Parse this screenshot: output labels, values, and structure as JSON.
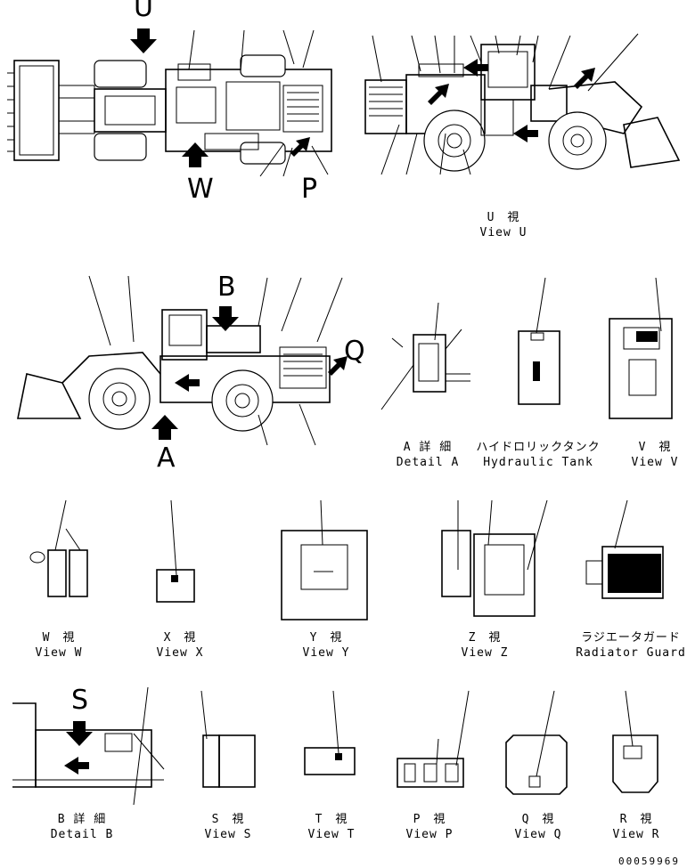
{
  "callouts": {
    "U": "U",
    "W": "W",
    "P": "P",
    "B": "B",
    "Q": "Q",
    "A": "A",
    "S": "S"
  },
  "captions": {
    "view_u": {
      "jp": "U　視",
      "en": "View U"
    },
    "detail_a": {
      "jp": "A 詳 細",
      "en": "Detail A"
    },
    "hydraulic_tank": {
      "jp": "ハイドロリックタンク",
      "en": "Hydraulic Tank"
    },
    "view_v": {
      "jp": "V　視",
      "en": "View V"
    },
    "view_w": {
      "jp": "W　視",
      "en": "View W"
    },
    "view_x": {
      "jp": "X　視",
      "en": "View X"
    },
    "view_y": {
      "jp": "Y　視",
      "en": "View Y"
    },
    "view_z": {
      "jp": "Z　視",
      "en": "View Z"
    },
    "radiator_guard": {
      "jp": "ラジエータガード",
      "en": "Radiator Guard"
    },
    "detail_b": {
      "jp": "B 詳 細",
      "en": "Detail B"
    },
    "view_s": {
      "jp": "S　視",
      "en": "View S"
    },
    "view_t": {
      "jp": "T　視",
      "en": "View T"
    },
    "view_p": {
      "jp": "P　視",
      "en": "View P"
    },
    "view_q": {
      "jp": "Q　視",
      "en": "View Q"
    },
    "view_r": {
      "jp": "R　視",
      "en": "View R"
    }
  },
  "document_number": "00059969"
}
